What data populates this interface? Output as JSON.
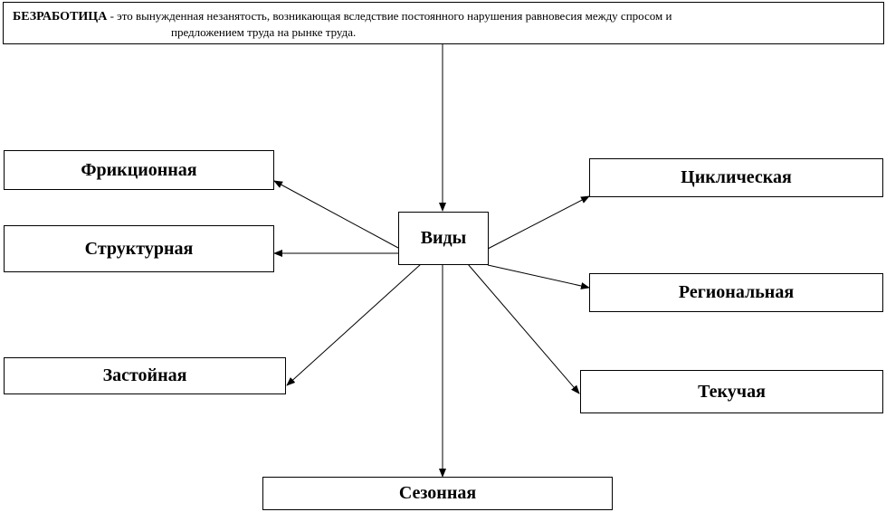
{
  "definition": {
    "term": "БЕЗРАБОТИЦА",
    "line1": " - это вынужденная незанятость, возникающая вследствие постоянного нарушения равновесия между спросом и",
    "line2": "предложением труда  на рынке труда."
  },
  "center": "Виды",
  "types": {
    "frictional": "Фрикционная",
    "structural": "Структурная",
    "stagnant": "Застойная",
    "cyclical": "Циклическая",
    "regional": "Региональная",
    "fluid": "Текучая",
    "seasonal": "Сезонная"
  }
}
